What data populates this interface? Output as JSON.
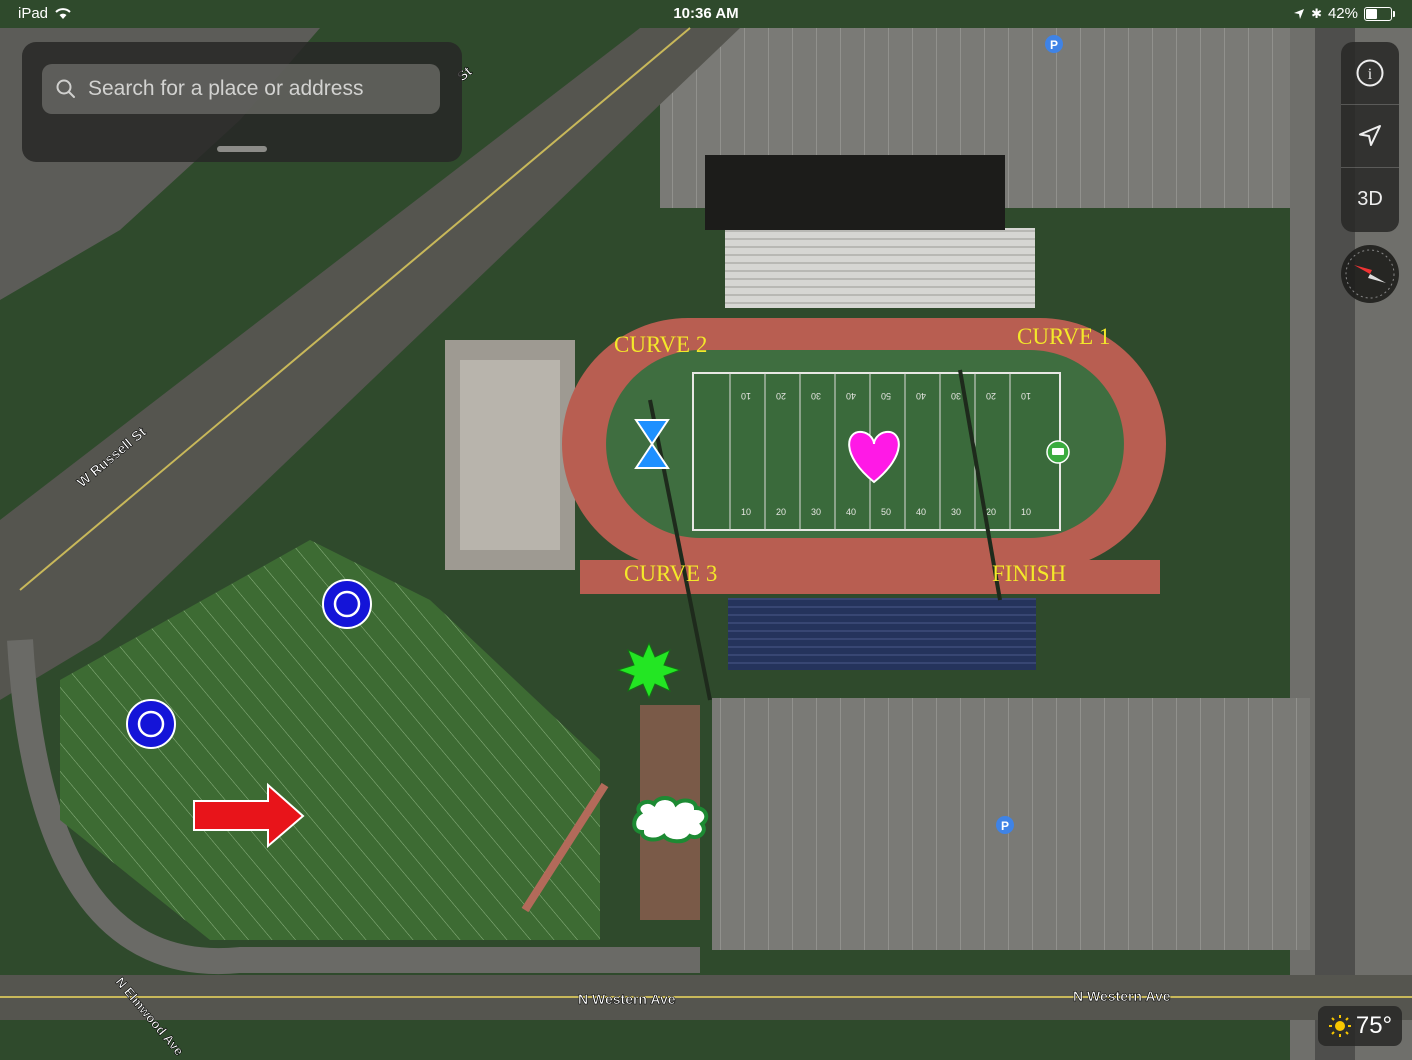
{
  "status_bar": {
    "device": "iPad",
    "time": "10:36 AM",
    "battery": "42%"
  },
  "search": {
    "placeholder": "Search for a place or address"
  },
  "map_controls": {
    "info_label": "i",
    "three_d_label": "3D"
  },
  "weather": {
    "temperature": "75°"
  },
  "street_labels": {
    "russell_st": "W Russell St",
    "russell_st_short": "St",
    "western_ave_left": "N Western Ave",
    "western_ave_right": "N Western Ave",
    "elmwood_ave": "N Elmwood Ave"
  },
  "track_labels": {
    "curve_1": "CURVE 1",
    "curve_2": "CURVE 2",
    "curve_3": "CURVE 3",
    "finish": "FINISH"
  },
  "field_yard_numbers": [
    "10",
    "20",
    "30",
    "40",
    "50",
    "40",
    "30",
    "20",
    "10"
  ],
  "colors": {
    "track_label": "#f3e82a",
    "heart": "#ff19e6",
    "hourglass": "#1e90ff",
    "ring": "#1414d8",
    "arrow": "#e8141a",
    "starburst": "#23e623",
    "cloud_outline": "#1d8a33",
    "track": "#b95f52",
    "turf": "#3c6a3c",
    "parking": "#7c7c78"
  }
}
